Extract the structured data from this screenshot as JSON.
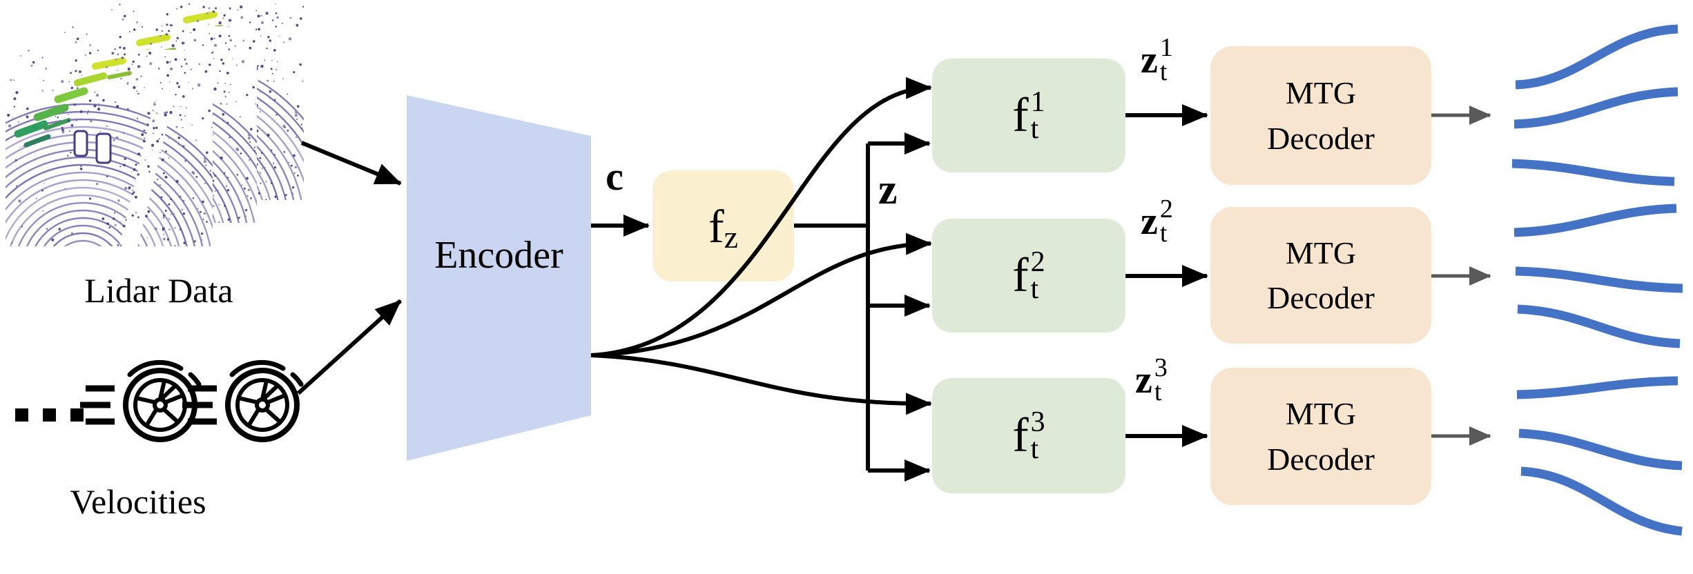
{
  "inputs": {
    "lidar_label": "Lidar Data",
    "velocities_label": "Velocities",
    "ellipsis": "..."
  },
  "encoder": {
    "label": "Encoder"
  },
  "fz": {
    "base": "f",
    "sub": "z"
  },
  "labels": {
    "c": "c",
    "z": "z"
  },
  "branches": [
    {
      "f_base": "f",
      "f_sup": "1",
      "f_sub": "t",
      "z_base": "z",
      "z_sup": "1",
      "z_sub": "t",
      "decoder_line1": "MTG",
      "decoder_line2": "Decoder"
    },
    {
      "f_base": "f",
      "f_sup": "2",
      "f_sub": "t",
      "z_base": "z",
      "z_sup": "2",
      "z_sub": "t",
      "decoder_line1": "MTG",
      "decoder_line2": "Decoder"
    },
    {
      "f_base": "f",
      "f_sup": "3",
      "f_sub": "t",
      "z_base": "z",
      "z_sup": "3",
      "z_sub": "t",
      "decoder_line1": "MTG",
      "decoder_line2": "Decoder"
    }
  ],
  "trajectories": {
    "decoders": 3,
    "curves_per_decoder": 3,
    "total_curves": 9
  },
  "colors": {
    "encoder_fill": "#C9D5F1",
    "fz_fill": "#FAF0CF",
    "ft_fill": "#DEE9D8",
    "decoder_fill": "#F8E5D0",
    "trajectory_blue": "#4472C4",
    "gray_arrow": "#595959",
    "black": "#000000",
    "lidar_purple": "#5B4F9E",
    "lidar_green": "#57B24A",
    "lidar_yellow": "#CFE12A"
  }
}
